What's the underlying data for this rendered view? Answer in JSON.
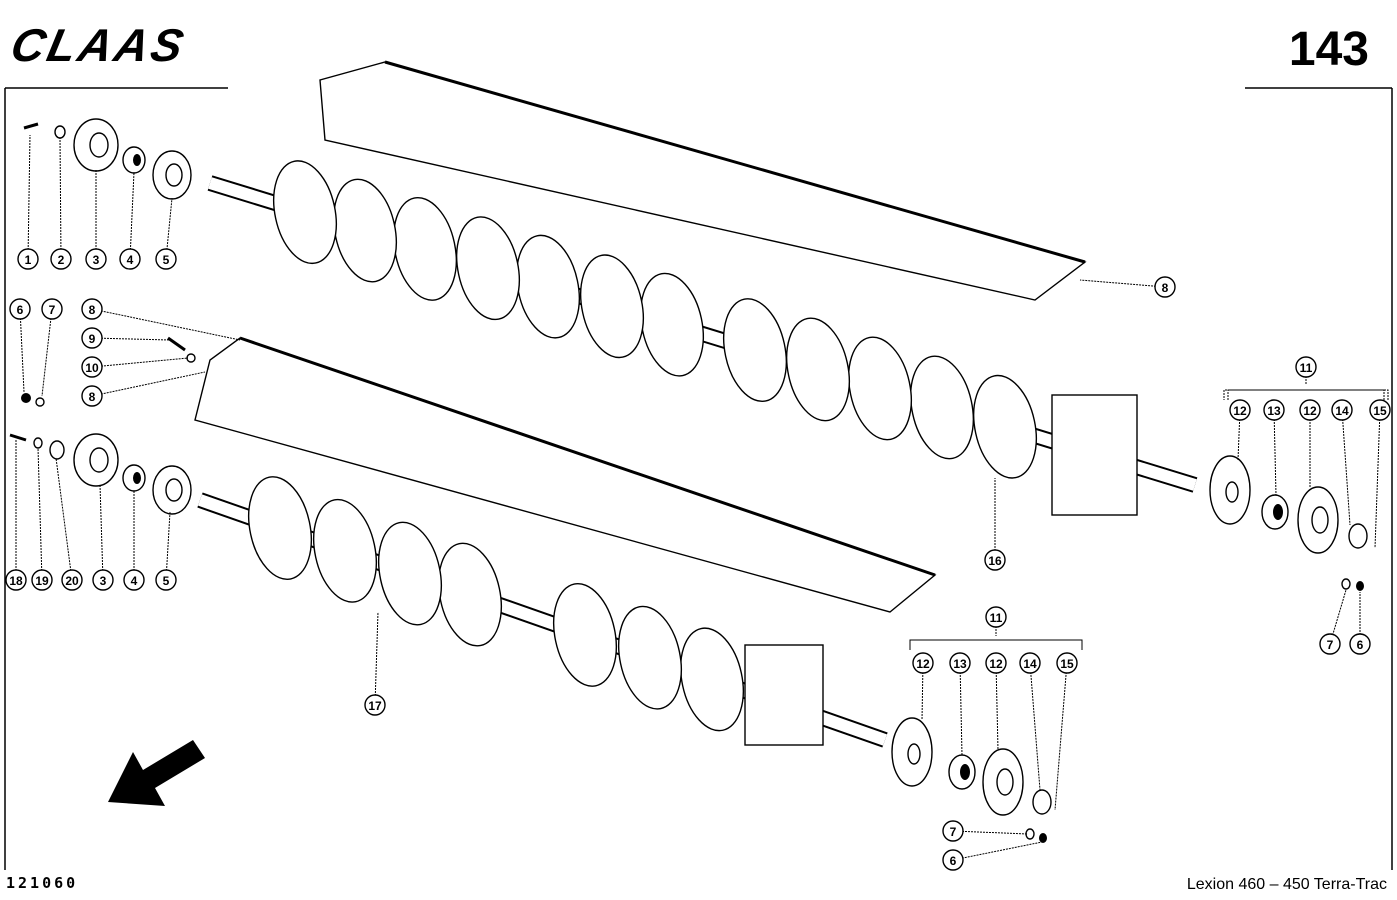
{
  "header": {
    "logo": "CLAAS",
    "page_number": "143"
  },
  "footer": {
    "drawing_number": "121060",
    "model": "Lexion 460 – 450 Terra-Trac"
  },
  "callouts": [
    "1",
    "2",
    "3",
    "4",
    "5",
    "6",
    "7",
    "8",
    "9",
    "10",
    "8",
    "18",
    "19",
    "20",
    "3",
    "4",
    "5",
    "8",
    "11",
    "12",
    "13",
    "12",
    "14",
    "15",
    "16",
    "7",
    "6",
    "17",
    "11",
    "12",
    "13",
    "12",
    "14",
    "15",
    "7",
    "6"
  ]
}
